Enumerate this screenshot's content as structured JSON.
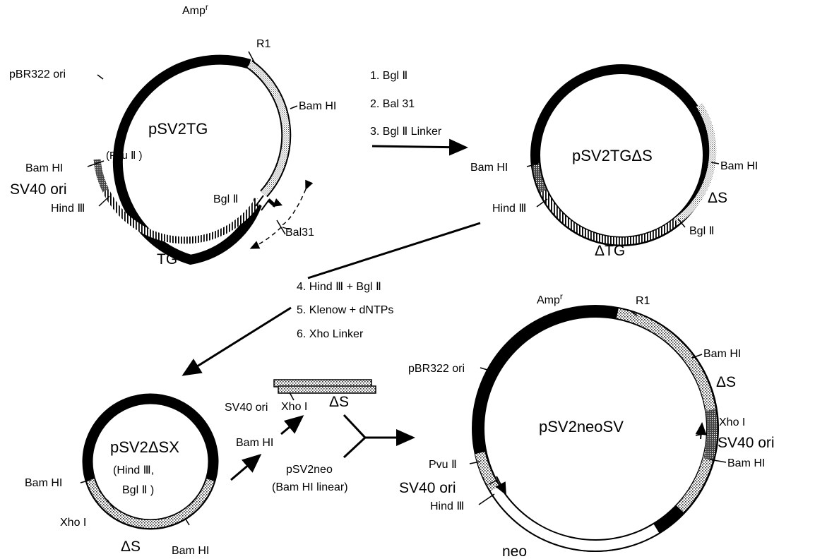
{
  "plasmids": {
    "pSV2TG": {
      "name": "pSV2TG",
      "amp": "Amp",
      "amp_sup": "r",
      "r1": "R1",
      "pbr": "pBR322 ori",
      "bamhi_right": "Bam HI",
      "pvu": "(Pvu Ⅱ )",
      "bamhi_left": "Bam HI",
      "sv40": "SV40 ori",
      "hind": "Hind Ⅲ",
      "bgl": "Bgl Ⅱ",
      "bal31": "Bal31",
      "tg": "TG"
    },
    "pSV2TGdS": {
      "name": "pSV2TGΔS",
      "bamhi_left": "Bam HI",
      "bamhi_right": "Bam HI",
      "hind": "Hind Ⅲ",
      "ds": "ΔS",
      "bgl": "Bgl Ⅱ",
      "dtg": "ΔTG"
    },
    "pSV2dSX": {
      "name": "pSV2ΔSX",
      "sub1": "(Hind Ⅲ,",
      "sub2": "Bgl Ⅱ )",
      "bamhi_left": "Bam HI",
      "xho": "Xho I",
      "ds": "ΔS",
      "bamhi_bottom": "Bam HI"
    },
    "pSV2neoSV": {
      "name": "pSV2neoSV",
      "amp": "Amp",
      "amp_sup": "r",
      "r1": "R1",
      "pbr": "pBR322 ori",
      "bamhi_top": "Bam HI",
      "ds": "ΔS",
      "xho": "Xho I",
      "sv40_right": "SV40 ori",
      "bamhi_right": "Bam HI",
      "pvu": "Pvu Ⅱ",
      "sv40_left": "SV40 ori",
      "hind": "Hind Ⅲ",
      "neo": "neo"
    }
  },
  "steps1": [
    "1. Bgl Ⅱ",
    "2. Bal 31",
    "3. Bgl Ⅱ Linker"
  ],
  "steps2": [
    "4. Hind Ⅲ + Bgl Ⅱ",
    "5. Klenow + dNTPs",
    "6. Xho Linker"
  ],
  "fragment": {
    "sv40": "SV40 ori",
    "xho": "Xho I",
    "ds": "ΔS",
    "bamhi": "Bam HI",
    "neo": "pSV2neo",
    "neo_sub": "(Bam HI linear)"
  }
}
